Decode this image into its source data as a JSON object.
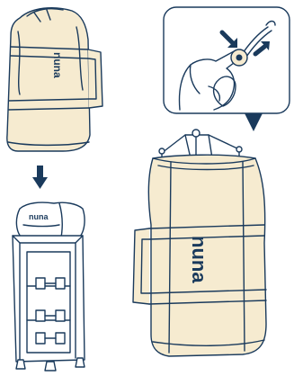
{
  "brand": {
    "logo_text": "nuna"
  },
  "panels": [
    {
      "id": "packed-bag",
      "icon": "folded-bag-illustration"
    },
    {
      "id": "unpacked-playard",
      "icon": "playard-frame-illustration"
    },
    {
      "id": "cord-lock-detail",
      "icon": "cord-lock-illustration"
    },
    {
      "id": "large-bag",
      "icon": "large-bag-illustration"
    }
  ],
  "arrows": {
    "step_arrow": "arrow-down-icon",
    "detail_pointer": "triangle-pointer-icon",
    "press_arrow": "arrow-press-icon",
    "pull_arrow": "arrow-pull-icon"
  },
  "colors": {
    "outline": "#1a3a5c",
    "bag_fill": "#f6ebd0",
    "frame_fill": "#ffffff"
  }
}
